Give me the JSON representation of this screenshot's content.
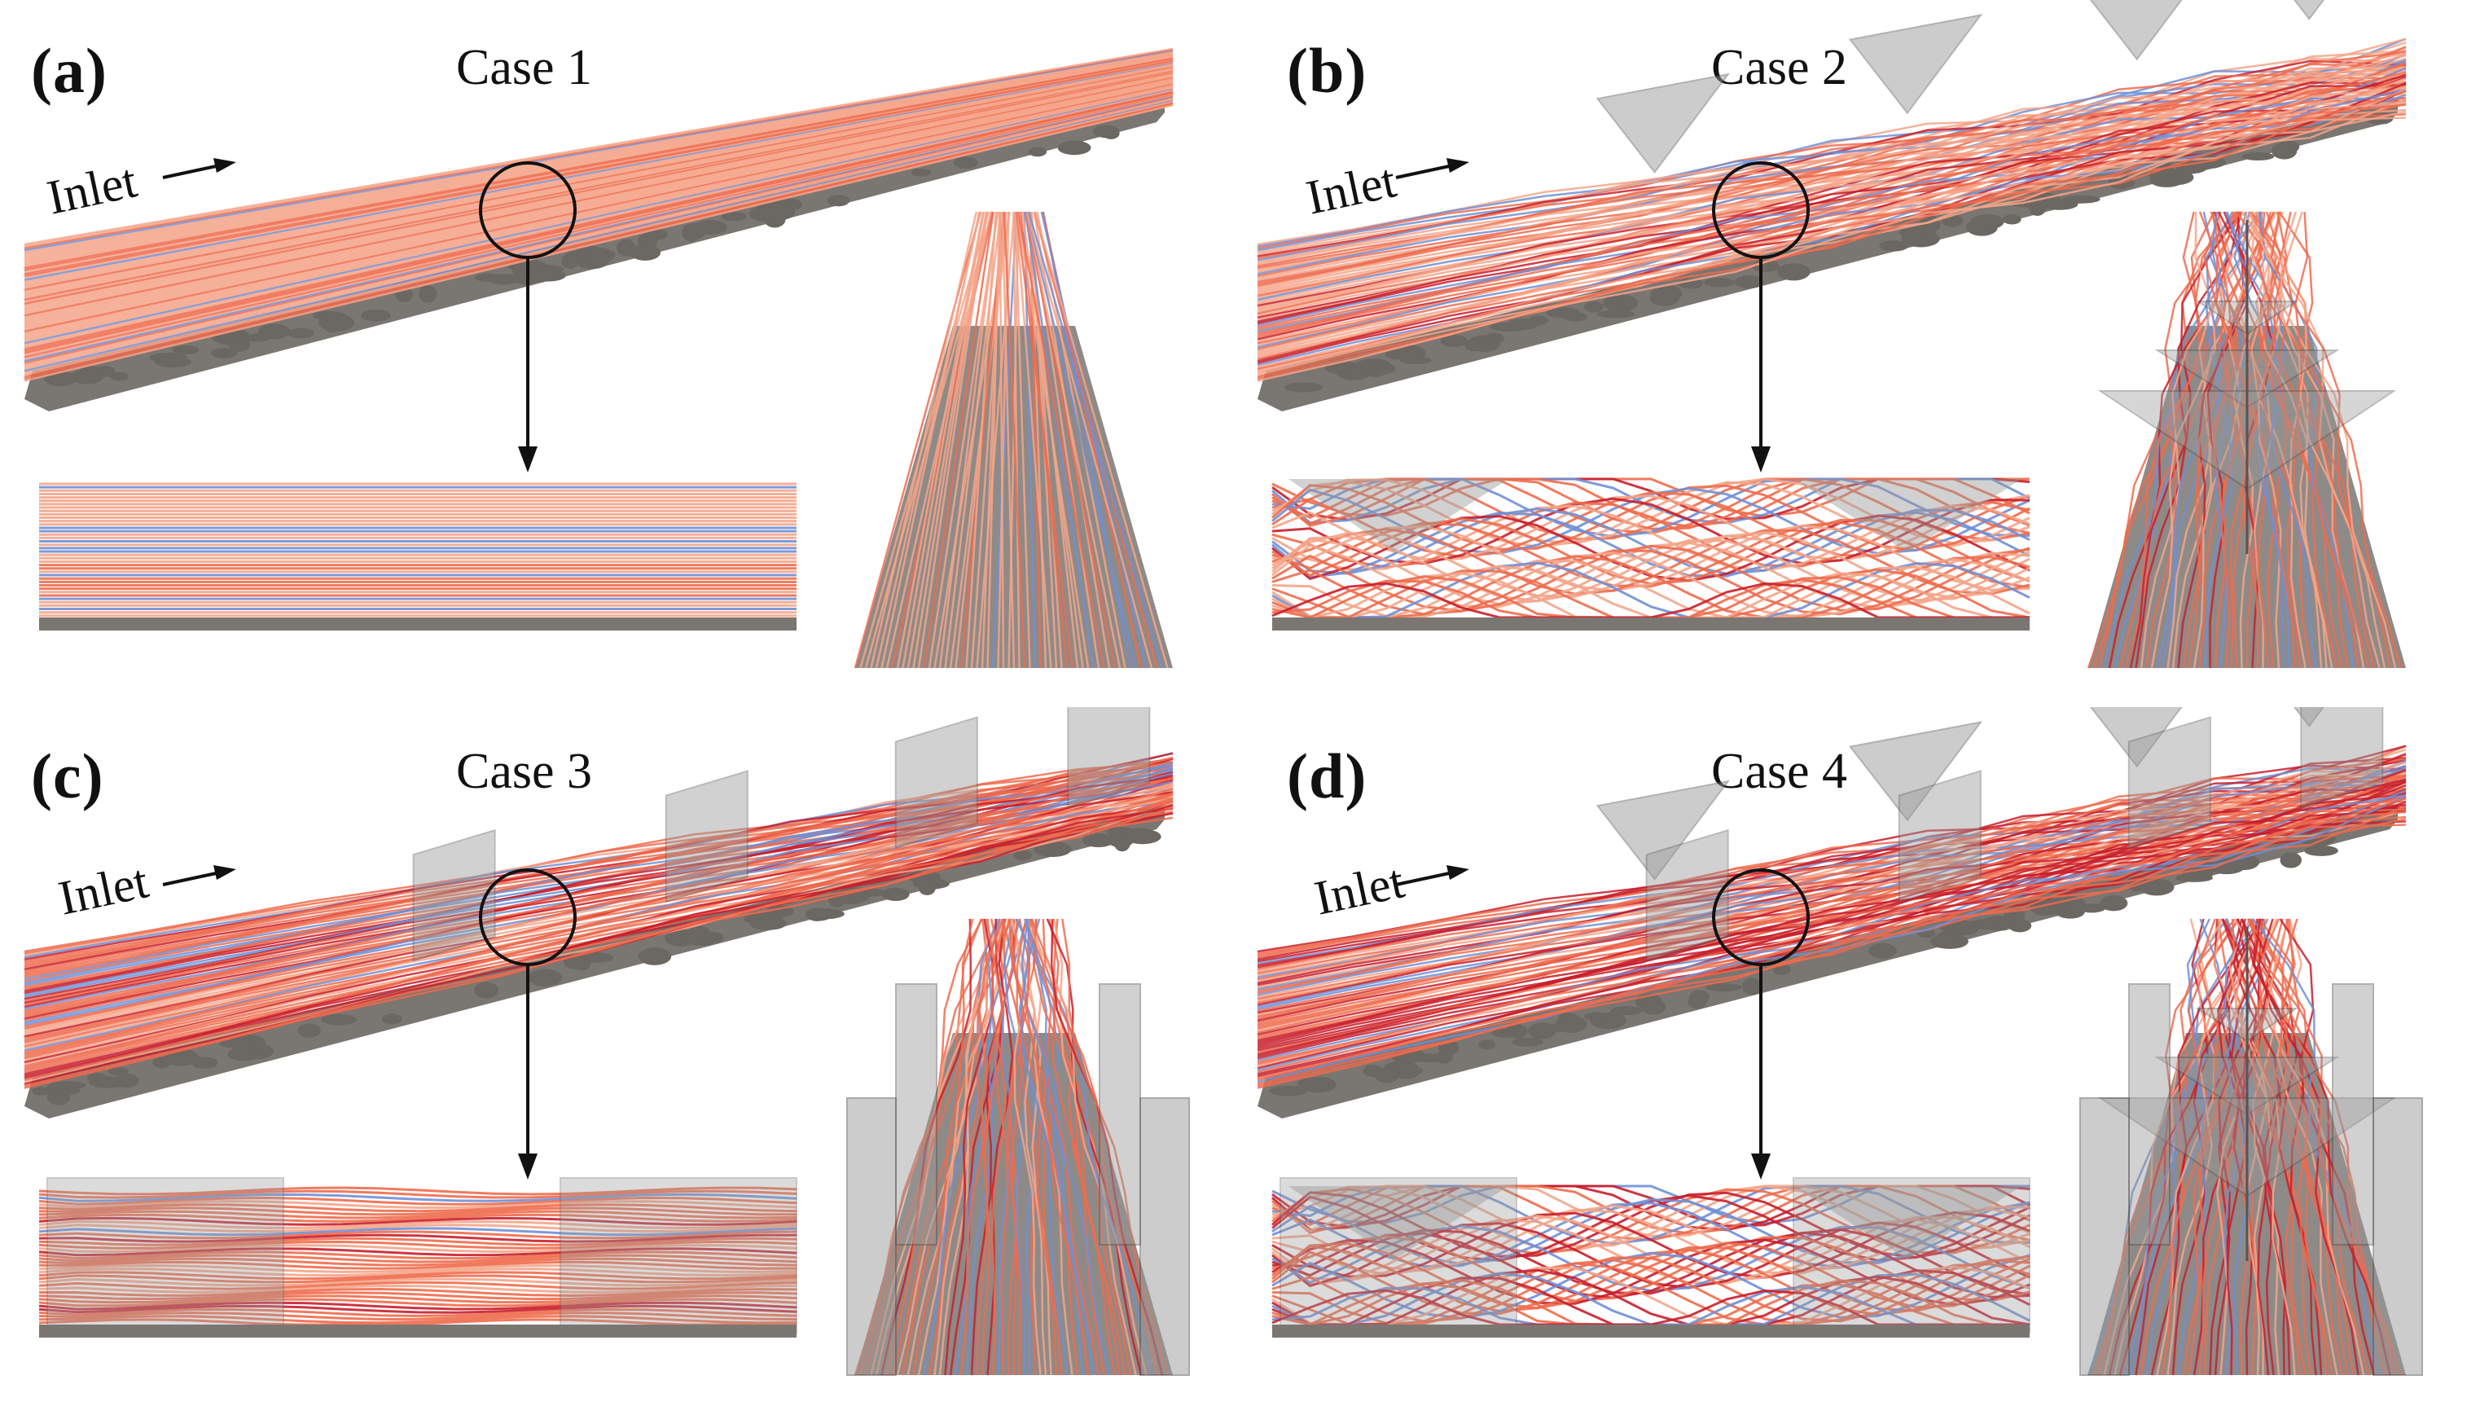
{
  "panels": [
    {
      "id": "a",
      "label": "(a)",
      "title": "Case 1",
      "inlet": "Inlet",
      "baffles": "none"
    },
    {
      "id": "b",
      "label": "(b)",
      "title": "Case 2",
      "inlet": "Inlet",
      "baffles": "triangular"
    },
    {
      "id": "c",
      "label": "(c)",
      "title": "Case 3",
      "inlet": "Inlet",
      "baffles": "rectangular"
    },
    {
      "id": "d",
      "label": "(d)",
      "title": "Case 4",
      "inlet": "Inlet",
      "baffles": "combined"
    }
  ],
  "colors": {
    "streamline_light": "#f4a58a",
    "streamline_mid": "#ee6b4d",
    "streamline_dark": "#c81f2c",
    "streamline_blue": "#6f8fd6",
    "bed": "#7a7672",
    "baffle": "#9a9a9a"
  }
}
